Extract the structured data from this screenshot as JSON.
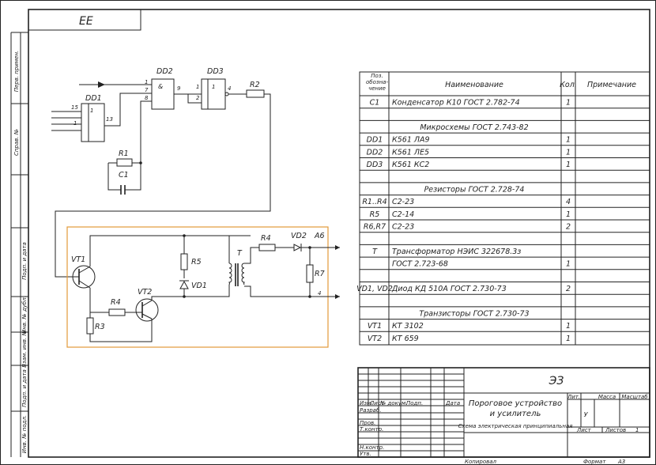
{
  "stamp_top": "ЕЕ",
  "side_labels": [
    "Перв. примен.",
    "Справ. №",
    "Подп. и дата",
    "Инв. № дубл.",
    "Взам. инв. №",
    "Подп. и дата",
    "Инв. № подл."
  ],
  "components": {
    "dd1": "DD1",
    "dd2": "DD2",
    "dd3": "DD3",
    "r1": "R1",
    "c1": "C1",
    "r2": "R2",
    "r3": "R3",
    "r4a": "R4",
    "r4b": "R4",
    "r5": "R5",
    "r7": "R7",
    "vd1": "VD1",
    "vd2": "VD2",
    "t": "T",
    "vt1": "VT1",
    "vt2": "VT2",
    "a6": "A6"
  },
  "pins": {
    "dd1_15": "15",
    "dd1_1": "1",
    "dd1_13": "13",
    "dd1_1b": "1",
    "dd2_1": "1",
    "dd2_7": "7",
    "dd2_8": "8",
    "dd2_amp": "&",
    "dd2_9": "9",
    "dd3_1": "1",
    "dd3_2": "2",
    "dd3_4": "4",
    "dd3_gate": "1",
    "a6_4": "4"
  },
  "bom": {
    "headers": {
      "pos": "Поз. обозна- чение",
      "name": "Наименование",
      "qty": "Кол.",
      "note": "Примечание"
    },
    "rows": [
      {
        "pos": "C1",
        "name": "Конденсатор К10 ГОСТ 2.782-74",
        "qty": "1"
      },
      {
        "section": "Микросхемы ГОСТ 2.743-82"
      },
      {
        "pos": "DD1",
        "name": "К561 ЛА9",
        "qty": "1"
      },
      {
        "pos": "DD2",
        "name": "К561 ЛЕ5",
        "qty": "1"
      },
      {
        "pos": "DD3",
        "name": "К561 КС2",
        "qty": "1"
      },
      {
        "section": "Резисторы ГОСТ 2.728-74"
      },
      {
        "pos": "R1..R4",
        "name": "С2-23",
        "qty": "4"
      },
      {
        "pos": "R5",
        "name": "С2-14",
        "qty": "1"
      },
      {
        "pos": "R6,R7",
        "name": "С2-23",
        "qty": "2"
      },
      {
        "pos": "T",
        "name": "Трансформатор НЭИС 322678.3з",
        "qty": ""
      },
      {
        "pos": "",
        "name": "ГОСТ 2.723-68",
        "qty": "1"
      },
      {
        "pos": "VD1, VD2",
        "name": "Диод КД 510А ГОСТ 2.730-73",
        "qty": "2"
      },
      {
        "section": "Транзисторы ГОСТ 2.730-73"
      },
      {
        "pos": "VT1",
        "name": "КТ 3102",
        "qty": "1"
      },
      {
        "pos": "VT2",
        "name": "КТ 659",
        "qty": "1"
      }
    ]
  },
  "title_block": {
    "code": "ЭЗ",
    "title_line1": "Пороговое устройство",
    "title_line2": "и усилитель",
    "subtitle": "Схема электрическая принципиальная",
    "col_izm": "Изм.",
    "col_list": "Лист",
    "col_doc": "№ докум.",
    "col_sign": "Подп.",
    "col_date": "Дата",
    "razrab": "Разраб.",
    "prov": "Пров.",
    "tkontr": "Т.контр.",
    "nkontr": "Н.контр.",
    "utv": "Утв.",
    "lit": "Лит.",
    "massa": "Масса",
    "masshtab": "Масштаб",
    "lit_val": "У",
    "list": "Лист",
    "listov": "Листов",
    "listov_val": "1"
  },
  "footer": {
    "copied": "Копировал",
    "format": "Формат",
    "format_val": "А3"
  }
}
